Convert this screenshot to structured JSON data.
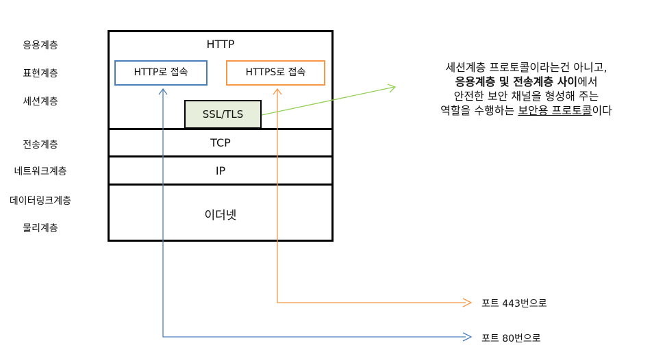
{
  "layers": [
    "응용계층",
    "표현계층",
    "세션계층",
    "전송계층",
    "네트워크계층",
    "데이터링크계층",
    "물리계층"
  ],
  "stack": {
    "http": "HTTP",
    "http_connect": "HTTP로 접속",
    "https_connect": "HTTPS로 접속",
    "ssl": "SSL/TLS",
    "tcp": "TCP",
    "ip": "IP",
    "ethernet": "이더넷"
  },
  "note": {
    "line1": "세션계층 프로토콜이라는건 아니고,",
    "line2_bold_a": "응용계층 및 전송계층 사이",
    "line2_rest": "에서",
    "line3": "안전한 보안 채널을 형성해 주는",
    "line4_pre": "역할을 수행하는 ",
    "line4_underline": "보안용 프로토콜",
    "line4_post": "이다"
  },
  "ports": {
    "https": "포트 443번으로",
    "http": "포트 80번으로"
  },
  "colors": {
    "http_box": "#4a7ebb",
    "https_box": "#f79646",
    "ssl_fill": "#e7eedb",
    "note_arrow": "#92d050"
  }
}
